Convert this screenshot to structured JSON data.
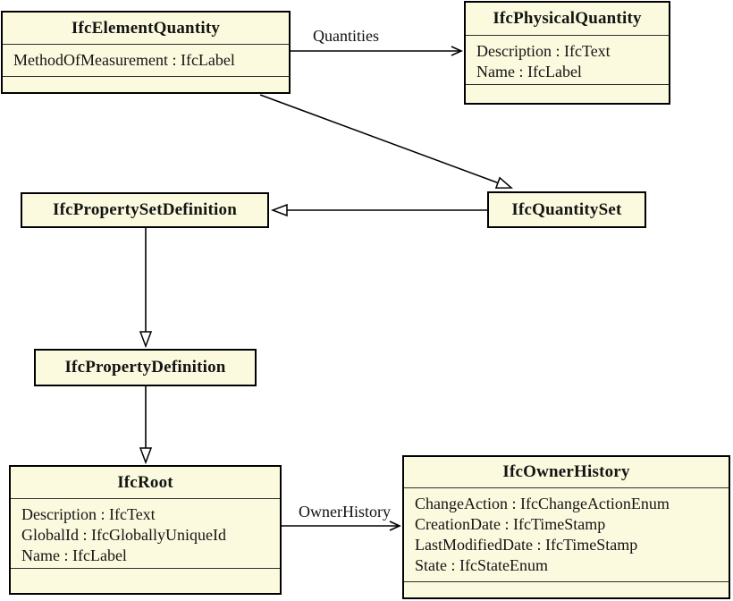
{
  "colors": {
    "box_fill": "#FCFADE",
    "border": "#000000",
    "text": "#141414",
    "background": "#ffffff"
  },
  "classes": [
    {
      "name": "IfcElementQuantity",
      "attributes": [
        "MethodOfMeasurement : IfcLabel"
      ]
    },
    {
      "name": "IfcPhysicalQuantity",
      "attributes": [
        "Description : IfcText",
        "Name : IfcLabel"
      ]
    },
    {
      "name": "IfcPropertySetDefinition",
      "attributes": []
    },
    {
      "name": "IfcQuantitySet",
      "attributes": []
    },
    {
      "name": "IfcPropertyDefinition",
      "attributes": []
    },
    {
      "name": "IfcRoot",
      "attributes": [
        "Description : IfcText",
        "GlobalId : IfcGloballyUniqueId",
        "Name : IfcLabel"
      ]
    },
    {
      "name": "IfcOwnerHistory",
      "attributes": [
        "ChangeAction : IfcChangeActionEnum",
        "CreationDate : IfcTimeStamp",
        "LastModifiedDate : IfcTimeStamp",
        "State : IfcStateEnum"
      ]
    }
  ],
  "relationships": [
    {
      "type": "association",
      "from": "IfcElementQuantity",
      "to": "IfcPhysicalQuantity",
      "label": "Quantities"
    },
    {
      "type": "generalization",
      "from": "IfcElementQuantity",
      "to": "IfcQuantitySet",
      "label": ""
    },
    {
      "type": "generalization",
      "from": "IfcQuantitySet",
      "to": "IfcPropertySetDefinition",
      "label": ""
    },
    {
      "type": "generalization",
      "from": "IfcPropertySetDefinition",
      "to": "IfcPropertyDefinition",
      "label": ""
    },
    {
      "type": "generalization",
      "from": "IfcPropertyDefinition",
      "to": "IfcRoot",
      "label": ""
    },
    {
      "type": "association",
      "from": "IfcRoot",
      "to": "IfcOwnerHistory",
      "label": "OwnerHistory"
    }
  ]
}
